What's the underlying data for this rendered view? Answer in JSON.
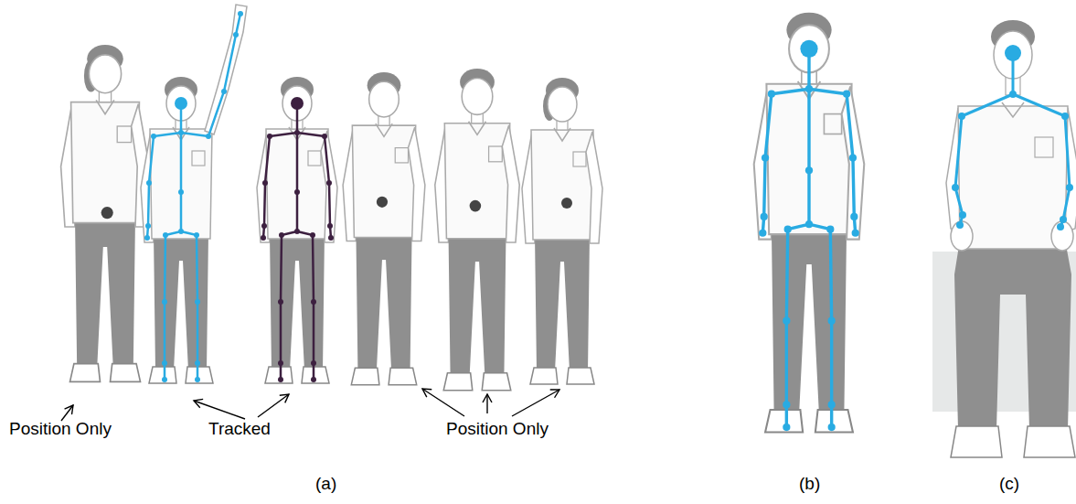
{
  "diagram": {
    "labels": [
      "Position Only",
      "Tracked",
      "Position Only",
      "(a)",
      "(b)",
      "(c)"
    ]
  }
}
